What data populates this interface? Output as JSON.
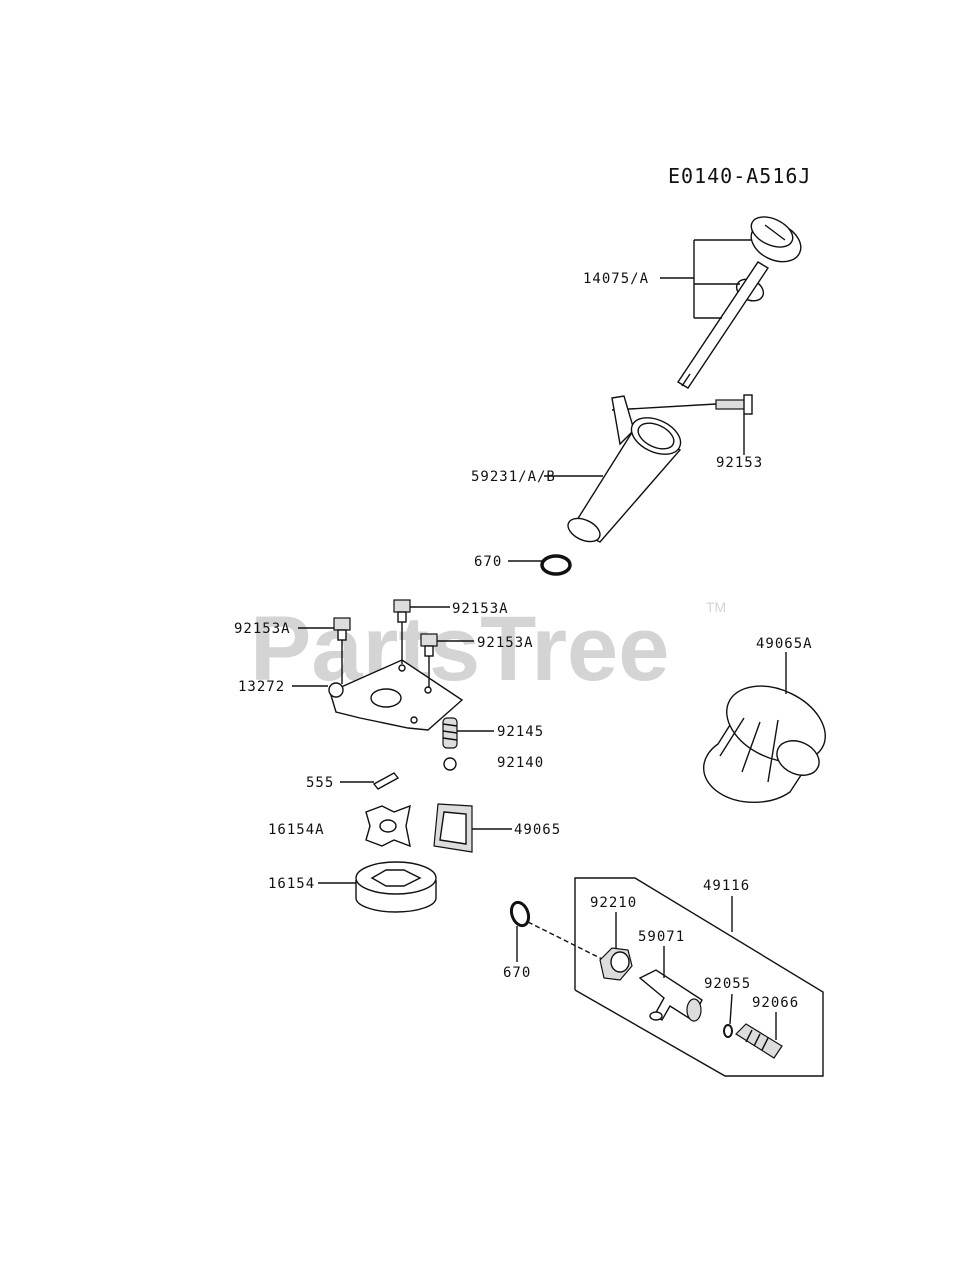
{
  "diagram_code": "E0140-A516J",
  "watermark": {
    "text": "PartsTree",
    "trademark": "TM"
  },
  "labels": {
    "p14075A": "14075/A",
    "p92153": "92153",
    "p59231AB": "59231/A/B",
    "p670_top": "670",
    "p92153A_1": "92153A",
    "p92153A_2": "92153A",
    "p92153A_3": "92153A",
    "p13272": "13272",
    "p92145": "92145",
    "p92140": "92140",
    "p555": "555",
    "p16154A": "16154A",
    "p49065": "49065",
    "p16154": "16154",
    "p49065A": "49065A",
    "p49116": "49116",
    "p92210": "92210",
    "p59071": "59071",
    "p670_bottom": "670",
    "p92055": "92055",
    "p92066": "92066"
  }
}
